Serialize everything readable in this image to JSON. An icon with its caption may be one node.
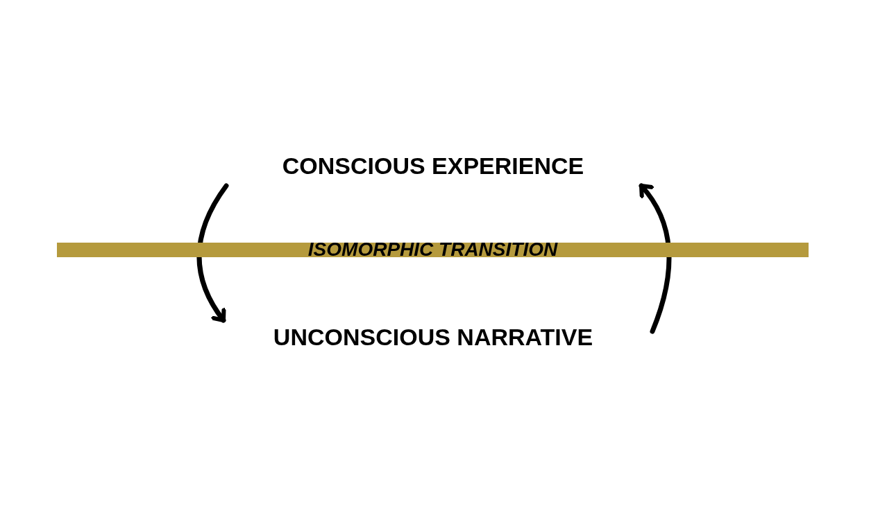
{
  "diagram": {
    "nodes": [
      {
        "text": [
          "CONSCIOUS EXPERIENCE"
        ]
      },
      {
        "text": [
          "UNCONSCIOUS NARRATIVE"
        ]
      }
    ],
    "edges": [
      {
        "from": 0,
        "to": 1,
        "arrow": "to"
      },
      {
        "from": 1,
        "to": 0,
        "arrow": "to"
      }
    ],
    "labels": [
      "ISOMORPHIC TRANSITION"
    ]
  }
}
